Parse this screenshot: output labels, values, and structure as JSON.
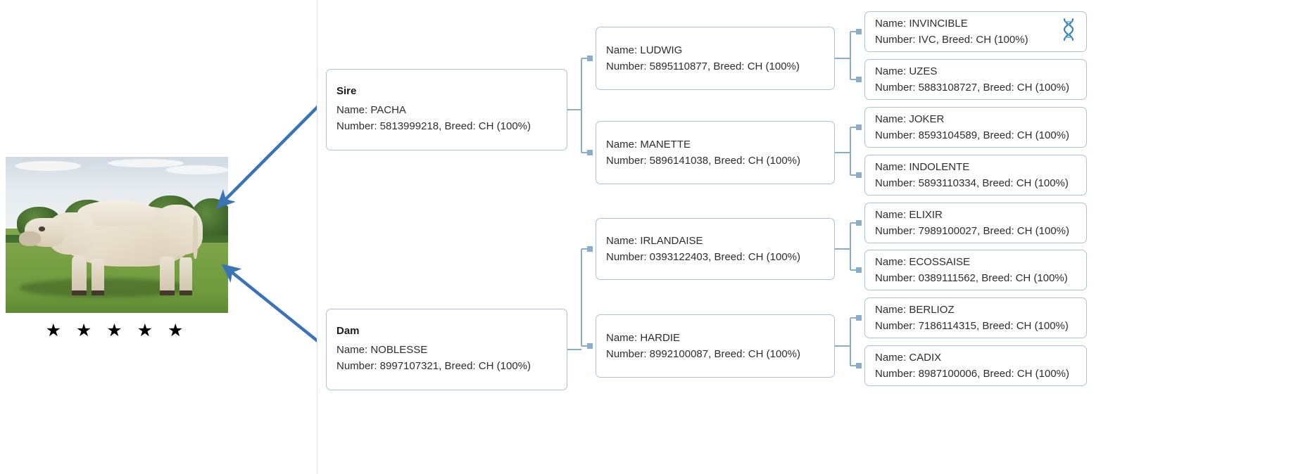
{
  "subject": {
    "photo_alt": "charolais-bull-in-pasture",
    "rating_stars": "★ ★ ★ ★ ★",
    "rating_value": 5,
    "rating_max": 5
  },
  "labels": {
    "name_prefix": "Name: ",
    "number_prefix": "Number: ",
    "breed_prefix": "Breed: "
  },
  "colors": {
    "node_border": "#a8c4d9",
    "connector": "#8aaec9",
    "arrow": "#3a74b5",
    "text": "#2d2d2d",
    "dna_icon": "#2e7cb8"
  },
  "pedigree": {
    "generation1": [
      {
        "role": "Sire",
        "name_line": "Name: PACHA",
        "detail_line": "Number: 5813999218, Breed: CH (100%)",
        "name": "PACHA",
        "number": "5813999218",
        "breed": "CH",
        "breed_pct": "100%"
      },
      {
        "role": "Dam",
        "name_line": "Name: NOBLESSE",
        "detail_line": "Number: 8997107321, Breed: CH (100%)",
        "name": "NOBLESSE",
        "number": "8997107321",
        "breed": "CH",
        "breed_pct": "100%"
      }
    ],
    "generation2": [
      {
        "name_line": "Name: LUDWIG",
        "detail_line": "Number: 5895110877, Breed: CH (100%)",
        "name": "LUDWIG",
        "number": "5895110877",
        "breed": "CH",
        "breed_pct": "100%"
      },
      {
        "name_line": "Name: MANETTE",
        "detail_line": "Number: 5896141038, Breed: CH (100%)",
        "name": "MANETTE",
        "number": "5896141038",
        "breed": "CH",
        "breed_pct": "100%"
      },
      {
        "name_line": "Name: IRLANDAISE",
        "detail_line": "Number: 0393122403, Breed: CH (100%)",
        "name": "IRLANDAISE",
        "number": "0393122403",
        "breed": "CH",
        "breed_pct": "100%"
      },
      {
        "name_line": "Name: HARDIE",
        "detail_line": "Number: 8992100087, Breed: CH (100%)",
        "name": "HARDIE",
        "number": "8992100087",
        "breed": "CH",
        "breed_pct": "100%"
      }
    ],
    "generation3": [
      {
        "name_line": "Name: INVINCIBLE",
        "detail_line": "Number: IVC, Breed: CH (100%)",
        "name": "INVINCIBLE",
        "number": "IVC",
        "breed": "CH",
        "breed_pct": "100%",
        "has_dna_icon": true,
        "icon": "dna-helix-icon"
      },
      {
        "name_line": "Name: UZES",
        "detail_line": "Number: 5883108727, Breed: CH (100%)",
        "name": "UZES",
        "number": "5883108727",
        "breed": "CH",
        "breed_pct": "100%",
        "has_dna_icon": false
      },
      {
        "name_line": "Name: JOKER",
        "detail_line": "Number: 8593104589, Breed: CH (100%)",
        "name": "JOKER",
        "number": "8593104589",
        "breed": "CH",
        "breed_pct": "100%",
        "has_dna_icon": false
      },
      {
        "name_line": "Name: INDOLENTE",
        "detail_line": "Number: 5893110334, Breed: CH (100%)",
        "name": "INDOLENTE",
        "number": "5893110334",
        "breed": "CH",
        "breed_pct": "100%",
        "has_dna_icon": false
      },
      {
        "name_line": "Name: ELIXIR",
        "detail_line": "Number: 7989100027, Breed: CH (100%)",
        "name": "ELIXIR",
        "number": "7989100027",
        "breed": "CH",
        "breed_pct": "100%",
        "has_dna_icon": false
      },
      {
        "name_line": "Name: ECOSSAISE",
        "detail_line": "Number: 0389111562, Breed: CH (100%)",
        "name": "ECOSSAISE",
        "number": "0389111562",
        "breed": "CH",
        "breed_pct": "100%",
        "has_dna_icon": false
      },
      {
        "name_line": "Name: BERLIOZ",
        "detail_line": "Number: 7186114315, Breed: CH (100%)",
        "name": "BERLIOZ",
        "number": "7186114315",
        "breed": "CH",
        "breed_pct": "100%",
        "has_dna_icon": false
      },
      {
        "name_line": "Name: CADIX",
        "detail_line": "Number: 8987100006, Breed: CH (100%)",
        "name": "CADIX",
        "number": "8987100006",
        "breed": "CH",
        "breed_pct": "100%",
        "has_dna_icon": false
      }
    ]
  }
}
